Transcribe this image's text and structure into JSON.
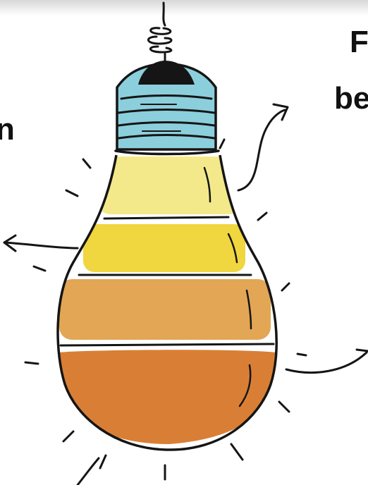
{
  "fragments": {
    "right_line1": "F",
    "right_line2": "be",
    "left_line1": "n"
  },
  "colors": {
    "socket": "#8ccfdc",
    "band1": "#f3e98b",
    "band2": "#f0d63f",
    "band3": "#e2a655",
    "band4": "#d97f35",
    "outline": "#151515"
  }
}
